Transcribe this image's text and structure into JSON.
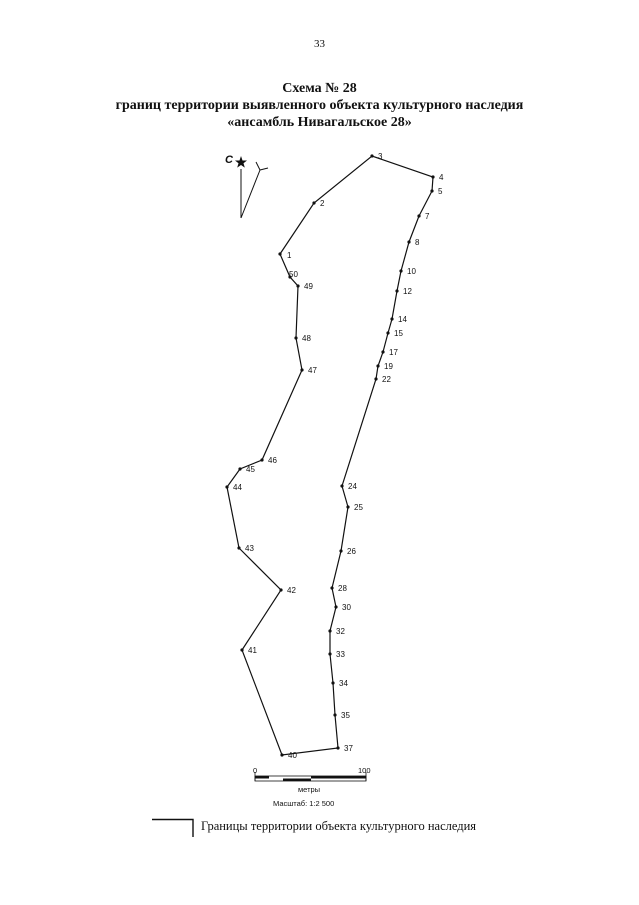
{
  "page": {
    "number": "33"
  },
  "title": {
    "line1": "Схема № 28",
    "line2": "границ территории выявленного объекта культурного наследия",
    "line3": "«ансамбль Нивагальское 28»"
  },
  "north_arrow": {
    "letter": "С",
    "icon": "north-star-icon"
  },
  "scale_bar": {
    "start_label": "0",
    "end_label": "100",
    "unit_label": "метры",
    "scale_label": "Масштаб: 1:2 500"
  },
  "legend": {
    "text": "Границы территории объекта культурного наследия"
  },
  "boundary_points": [
    {
      "label": "1"
    },
    {
      "label": "2"
    },
    {
      "label": "3"
    },
    {
      "label": "4"
    },
    {
      "label": "5"
    },
    {
      "label": "7"
    },
    {
      "label": "8"
    },
    {
      "label": "10"
    },
    {
      "label": "12"
    },
    {
      "label": "14"
    },
    {
      "label": "15"
    },
    {
      "label": "17"
    },
    {
      "label": "19"
    },
    {
      "label": "22"
    },
    {
      "label": "24"
    },
    {
      "label": "25"
    },
    {
      "label": "26"
    },
    {
      "label": "28"
    },
    {
      "label": "30"
    },
    {
      "label": "32"
    },
    {
      "label": "33"
    },
    {
      "label": "34"
    },
    {
      "label": "35"
    },
    {
      "label": "37"
    },
    {
      "label": "40"
    },
    {
      "label": "41"
    },
    {
      "label": "42"
    },
    {
      "label": "43"
    },
    {
      "label": "44"
    },
    {
      "label": "45"
    },
    {
      "label": "46"
    },
    {
      "label": "47"
    },
    {
      "label": "48"
    },
    {
      "label": "49"
    },
    {
      "label": "50"
    }
  ]
}
